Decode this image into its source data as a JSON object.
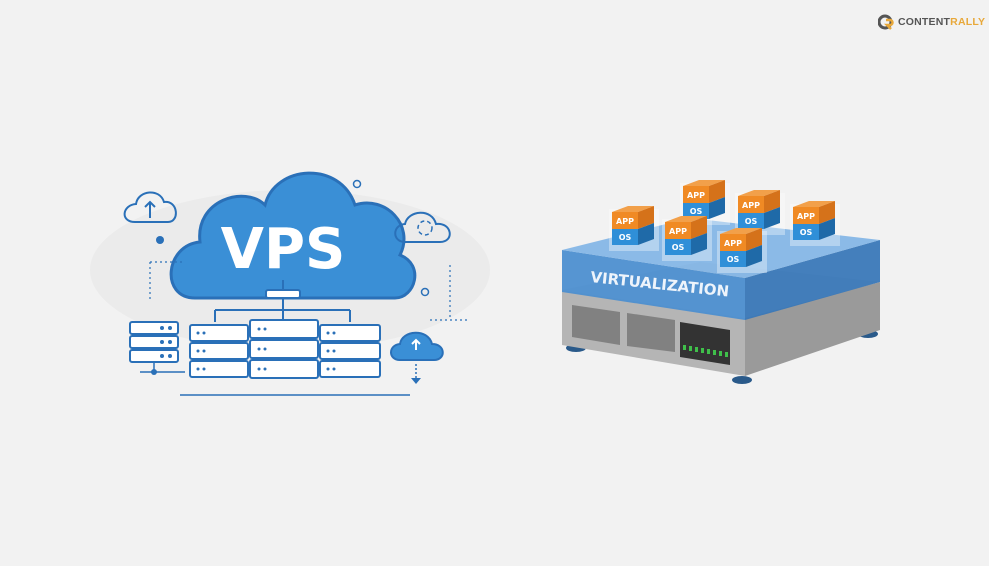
{
  "brand": {
    "part1": "CONTENT",
    "part2": "RALLY",
    "accent": "#e8a83a"
  },
  "left_illustration": {
    "cloud_label": "VPS",
    "color": "#3a8fd6"
  },
  "right_illustration": {
    "layer_label": "VIRTUALIZATION",
    "containers": [
      {
        "top": "APP",
        "bottom": "OS"
      },
      {
        "top": "APP",
        "bottom": "OS"
      },
      {
        "top": "APP",
        "bottom": "OS"
      },
      {
        "top": "APP",
        "bottom": "OS"
      },
      {
        "top": "APP",
        "bottom": "OS"
      },
      {
        "top": "APP",
        "bottom": "OS"
      }
    ]
  }
}
